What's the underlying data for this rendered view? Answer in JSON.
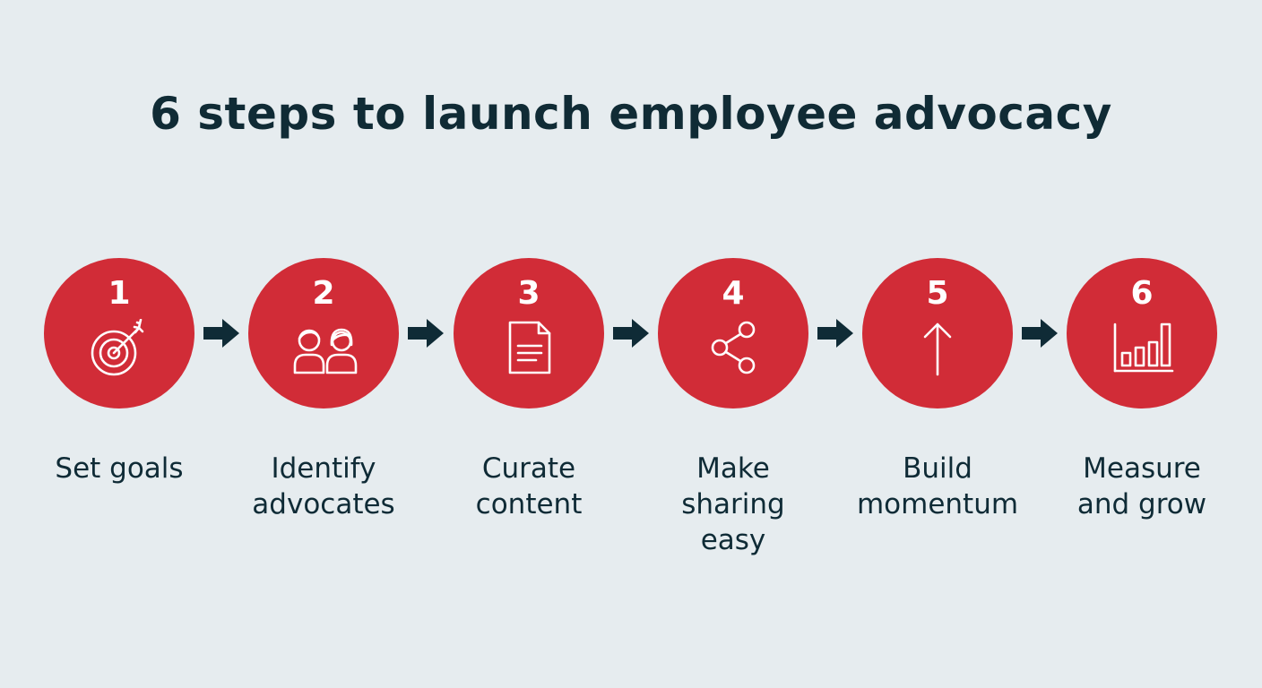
{
  "title": "6 steps to launch employee advocacy",
  "colors": {
    "background": "#e6ecef",
    "circle": "#d12c37",
    "arrow": "#0f2b36",
    "text": "#0f2b36"
  },
  "steps": [
    {
      "number": "1",
      "icon": "target-icon",
      "label_lines": [
        "Set goals"
      ]
    },
    {
      "number": "2",
      "icon": "people-icon",
      "label_lines": [
        "Identify",
        "advocates"
      ]
    },
    {
      "number": "3",
      "icon": "document-icon",
      "label_lines": [
        "Curate",
        "content"
      ]
    },
    {
      "number": "4",
      "icon": "share-icon",
      "label_lines": [
        "Make",
        "sharing",
        "easy"
      ]
    },
    {
      "number": "5",
      "icon": "arrow-up-icon",
      "label_lines": [
        "Build",
        "momentum"
      ]
    },
    {
      "number": "6",
      "icon": "bar-chart-icon",
      "label_lines": [
        "Measure",
        "and grow"
      ]
    }
  ]
}
